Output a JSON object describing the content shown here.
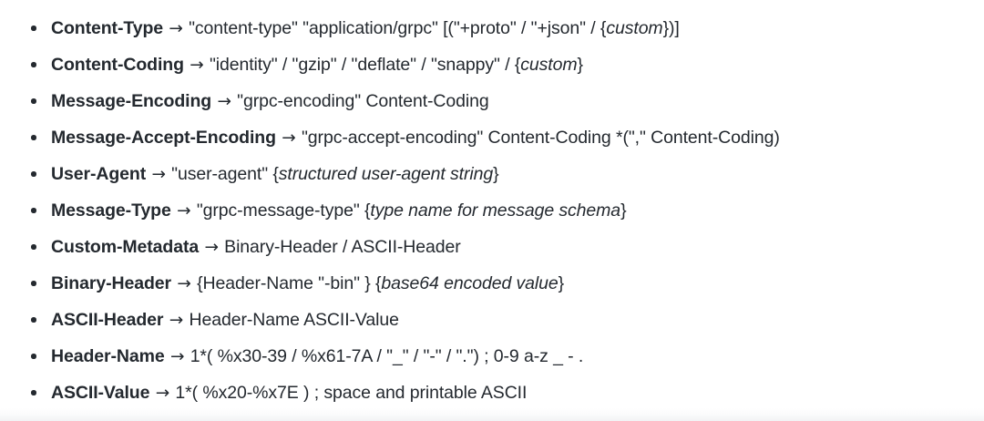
{
  "document": {
    "title": "gRPC HTTP/2 Header ABNF Definitions",
    "background_color": "#ffffff",
    "text_color": "#24292f",
    "arrow_glyph": "→",
    "bullet_glyph": "•"
  },
  "rules": [
    {
      "name": "Content-Type",
      "arrow": "→",
      "segments": [
        {
          "text": "\"content-type\" \"application/grpc\" [(\"+proto\" / \"+json\" / {",
          "italic": false
        },
        {
          "text": "custom",
          "italic": true
        },
        {
          "text": "})]",
          "italic": false
        }
      ],
      "plain": "Content-Type → \"content-type\" \"application/grpc\" [(\"+proto\" / \"+json\" / {custom})]"
    },
    {
      "name": "Content-Coding",
      "arrow": "→",
      "segments": [
        {
          "text": "\"identity\" / \"gzip\" / \"deflate\" / \"snappy\" / {",
          "italic": false
        },
        {
          "text": "custom",
          "italic": true
        },
        {
          "text": "}",
          "italic": false
        }
      ],
      "plain": "Content-Coding → \"identity\" / \"gzip\" / \"deflate\" / \"snappy\" / {custom}"
    },
    {
      "name": "Message-Encoding",
      "arrow": "→",
      "segments": [
        {
          "text": "\"grpc-encoding\" Content-Coding",
          "italic": false
        }
      ],
      "plain": "Message-Encoding → \"grpc-encoding\" Content-Coding"
    },
    {
      "name": "Message-Accept-Encoding",
      "arrow": "→",
      "segments": [
        {
          "text": "\"grpc-accept-encoding\" Content-Coding *(\",\" Content-Coding)",
          "italic": false
        }
      ],
      "plain": "Message-Accept-Encoding → \"grpc-accept-encoding\" Content-Coding *(\",\" Content-Coding)"
    },
    {
      "name": "User-Agent",
      "arrow": "→",
      "segments": [
        {
          "text": "\"user-agent\" {",
          "italic": false
        },
        {
          "text": "structured user-agent string",
          "italic": true
        },
        {
          "text": "}",
          "italic": false
        }
      ],
      "plain": "User-Agent → \"user-agent\" {structured user-agent string}"
    },
    {
      "name": "Message-Type",
      "arrow": "→",
      "segments": [
        {
          "text": "\"grpc-message-type\" {",
          "italic": false
        },
        {
          "text": "type name for message schema",
          "italic": true
        },
        {
          "text": "}",
          "italic": false
        }
      ],
      "plain": "Message-Type → \"grpc-message-type\" {type name for message schema}"
    },
    {
      "name": "Custom-Metadata",
      "arrow": "→",
      "segments": [
        {
          "text": "Binary-Header / ASCII-Header",
          "italic": false
        }
      ],
      "plain": "Custom-Metadata → Binary-Header / ASCII-Header"
    },
    {
      "name": "Binary-Header",
      "arrow": "→",
      "segments": [
        {
          "text": "{Header-Name \"-bin\" } {",
          "italic": false
        },
        {
          "text": "base64 encoded value",
          "italic": true
        },
        {
          "text": "}",
          "italic": false
        }
      ],
      "plain": "Binary-Header → {Header-Name \"-bin\" } {base64 encoded value}"
    },
    {
      "name": "ASCII-Header",
      "arrow": "→",
      "segments": [
        {
          "text": "Header-Name ASCII-Value",
          "italic": false
        }
      ],
      "plain": "ASCII-Header → Header-Name ASCII-Value"
    },
    {
      "name": "Header-Name",
      "arrow": "→",
      "segments": [
        {
          "text": "1*( %x30-39 / %x61-7A / \"_\" / \"-\" / \".\") ; 0-9 a-z _ - .",
          "italic": false
        }
      ],
      "plain": "Header-Name → 1*( %x30-39 / %x61-7A / \"_\" / \"-\" / \".\") ; 0-9 a-z _ - ."
    },
    {
      "name": "ASCII-Value",
      "arrow": "→",
      "segments": [
        {
          "text": "1*( %x20-%x7E ) ; space and printable ASCII",
          "italic": false
        }
      ],
      "plain": "ASCII-Value → 1*( %x20-%x7E ) ; space and printable ASCII"
    }
  ]
}
